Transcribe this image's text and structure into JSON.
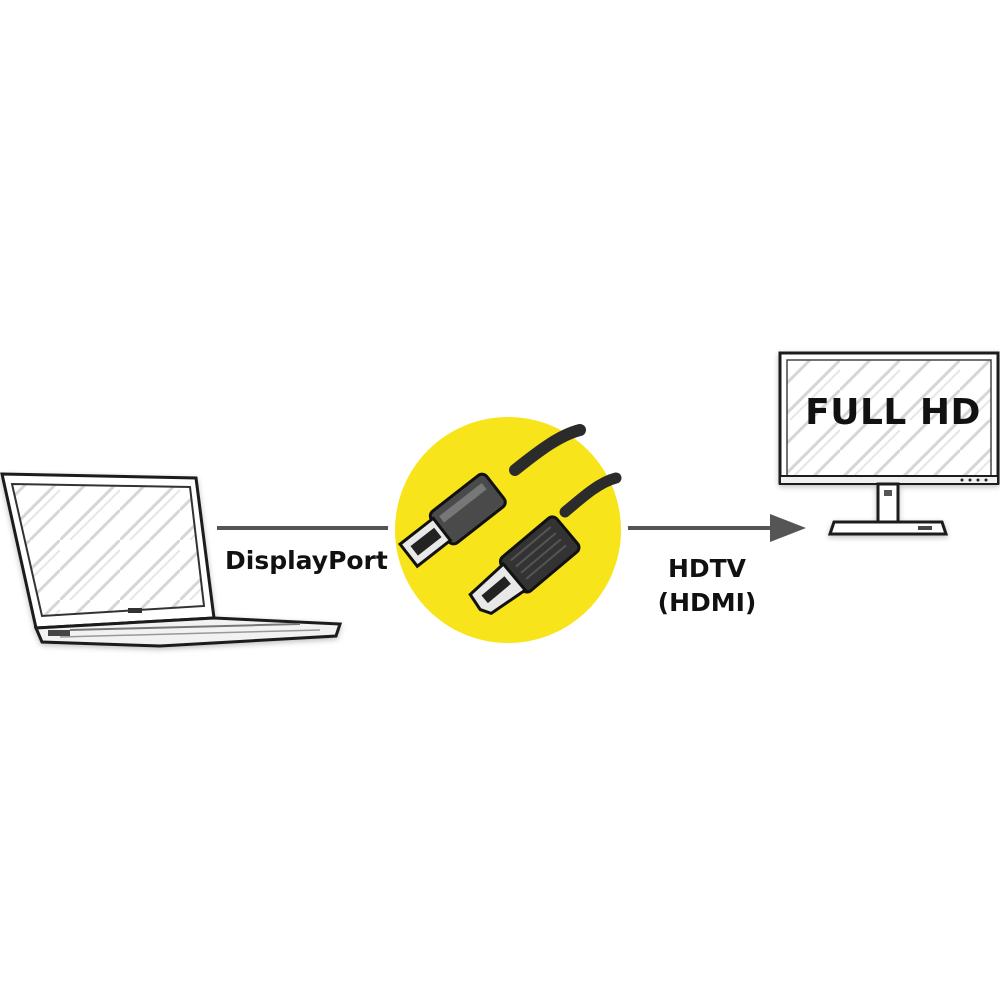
{
  "labels": {
    "source_port": "DisplayPort",
    "target_line1": "HDTV",
    "target_line2": "(HDMI)",
    "screen_text": "FULL HD"
  },
  "colors": {
    "accent_circle": "#f7e41b",
    "line": "#555555",
    "outline": "#1a1a1a",
    "cable": "#2b2b2b"
  },
  "icons": {
    "source": "laptop-icon",
    "cable": "displayport-to-hdmi-cable-icon",
    "target": "monitor-icon",
    "arrow": "arrow-right-icon"
  }
}
